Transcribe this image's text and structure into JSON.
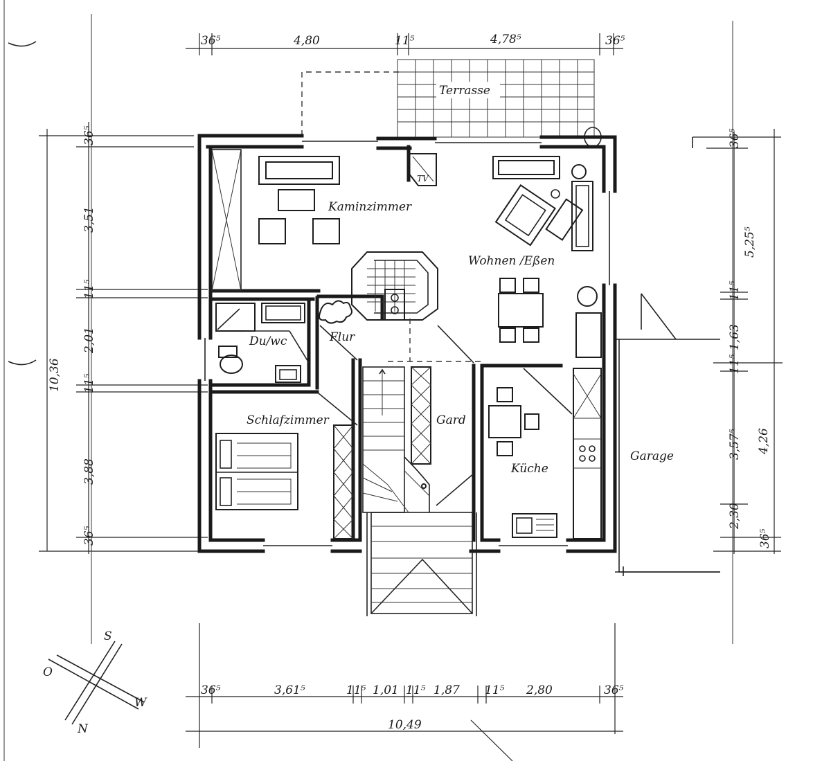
{
  "rooms": {
    "terrace": "Terrasse",
    "fireplace_room": "Kaminzimmer",
    "living_dining": "Wohnen /Eßen",
    "shower_wc": "Du/wc",
    "hall": "Flur",
    "bedroom": "Schlafzimmer",
    "wardrobe": "Gard",
    "kitchen": "Küche",
    "garage": "Garage",
    "tv": "TV"
  },
  "dimensions": {
    "top": [
      "36⁵",
      "4,80",
      "11⁵",
      "4,78⁵",
      "36⁵"
    ],
    "bottom": [
      "36⁵",
      "3,61⁵",
      "11⁵",
      "1,01",
      "11⁵",
      "1,87",
      "11⁵",
      "2,80",
      "36⁵"
    ],
    "bottom_total": "10,49",
    "left": [
      "36⁵",
      "3,51",
      "11⁵",
      "2,01",
      "11⁵",
      "3,88",
      "36⁵"
    ],
    "left_total": "10,36",
    "right": [
      "36⁵",
      "5,25⁵",
      "11⁵",
      "1,63",
      "11⁵",
      "3,57⁵",
      "2,30",
      "36⁵"
    ],
    "right_outer": "4,26"
  },
  "compass": {
    "north": "N",
    "south": "S",
    "east": "O",
    "west": "W"
  }
}
